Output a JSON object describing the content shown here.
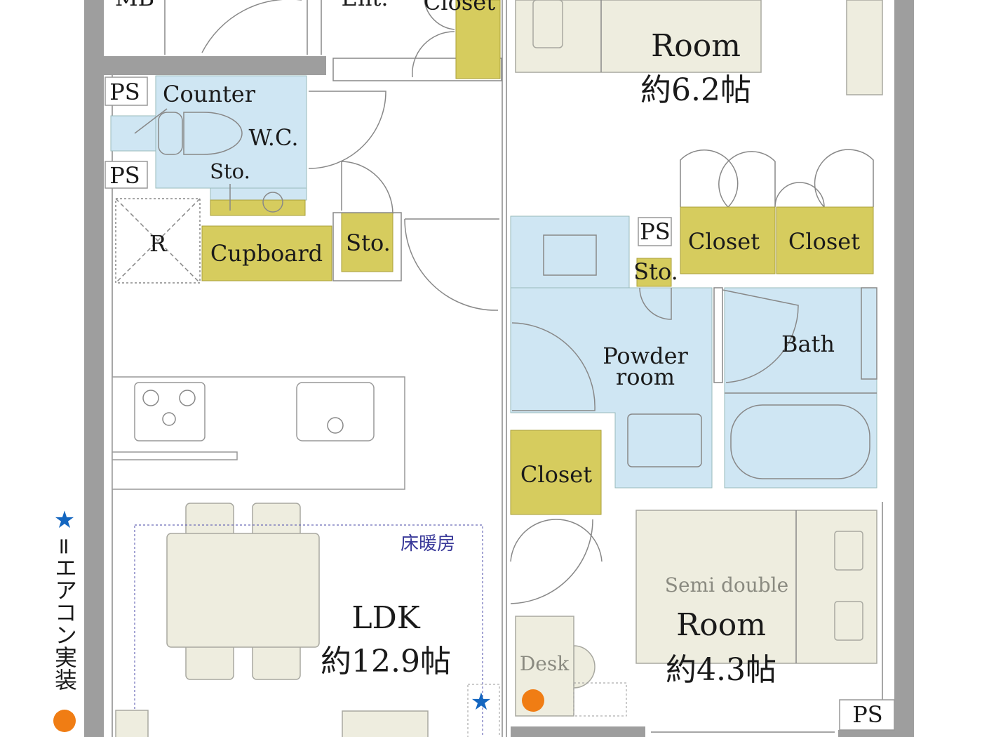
{
  "colors": {
    "wall": "#9e9e9e",
    "wet_area": "#cfe6f3",
    "storage": "#d6cc5e",
    "furniture": "#eeeddf",
    "air_conditioner": "#1466c0",
    "outlet_marker": "#f07d14",
    "floor_heating": "#3a3a9a"
  },
  "labels": {
    "mb": "MB",
    "entrance": "Ent.",
    "closet_entrance": "Closet",
    "room1": "Room",
    "room1_size": "約6.2帖",
    "ps1": "PS",
    "counter": "Counter",
    "wc": "W.C.",
    "ps2": "PS",
    "sto_wc": "Sto.",
    "r": "R",
    "cupboard": "Cupboard",
    "sto_hall": "Sto.",
    "ps3": "PS",
    "closet_a": "Closet",
    "closet_b": "Closet",
    "sto_powder": "Sto.",
    "powder_1": "Powder",
    "powder_2": "room",
    "bath": "Bath",
    "closet_c": "Closet",
    "floor_heating": "床暖房",
    "ldk": "LDK",
    "ldk_size": "約12.9帖",
    "bed_type": "Semi double",
    "room2": "Room",
    "room2_size": "約4.3帖",
    "desk": "Desk",
    "ps4": "PS"
  },
  "legend": {
    "star_icon": "star-icon",
    "star_text": "=エアコン実装",
    "circle_icon": "circle-icon"
  }
}
